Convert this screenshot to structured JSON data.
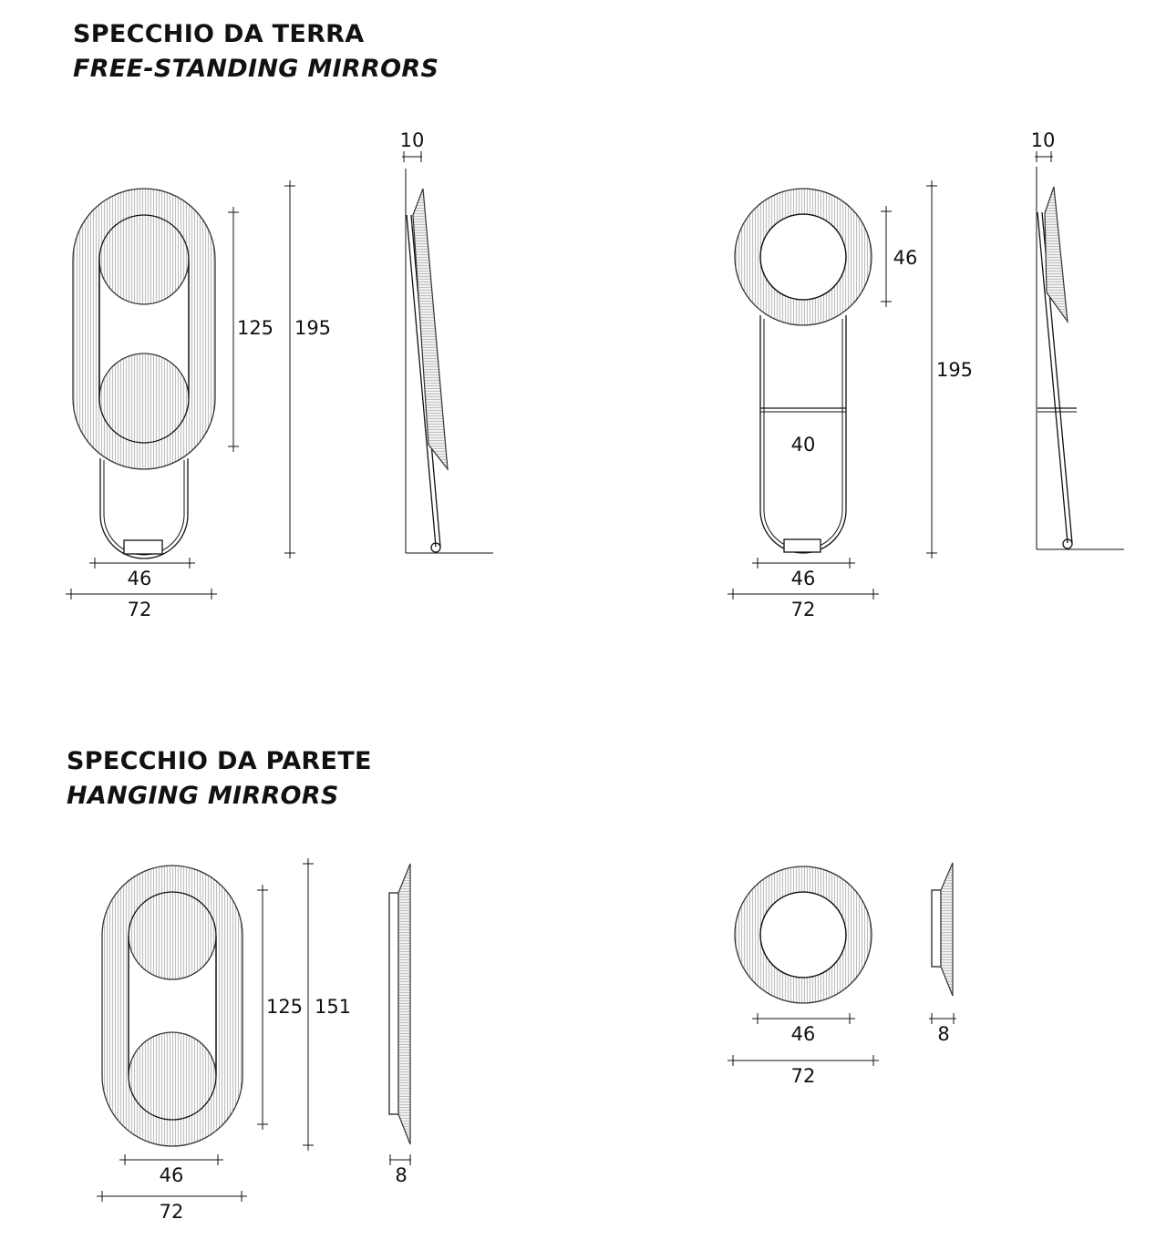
{
  "sections": [
    {
      "title": "SPECCHIO DA TERRA",
      "subtitle": "FREE-STANDING MIRRORS"
    },
    {
      "title": "SPECCHIO DA PARETE",
      "subtitle": "HANGING MIRRORS"
    }
  ],
  "floor_oval": {
    "mirror_height": "125",
    "total_height": "195",
    "inner_width": "46",
    "outer_width": "72",
    "side_depth": "10"
  },
  "floor_round": {
    "mirror_diameter": "46",
    "total_height": "195",
    "frame_height": "40",
    "inner_width": "46",
    "outer_width": "72",
    "side_depth": "10"
  },
  "wall_oval": {
    "mirror_height": "125",
    "total_height": "151",
    "inner_width": "46",
    "outer_width": "72",
    "side_depth": "8"
  },
  "wall_round": {
    "inner_width": "46",
    "outer_width": "72",
    "side_depth": "8"
  },
  "colors": {
    "line": "#111111",
    "frame": "#555555"
  }
}
